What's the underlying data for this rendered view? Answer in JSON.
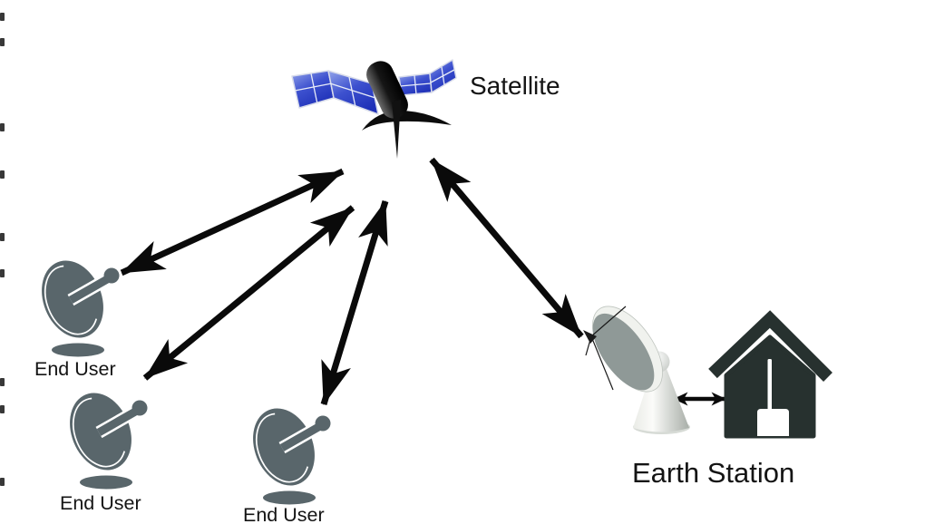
{
  "nodes": {
    "satellite": {
      "label": "Satellite",
      "icon": "satellite-icon"
    },
    "end_users": [
      {
        "label": "End User",
        "icon": "dish-antenna-icon"
      },
      {
        "label": "End User",
        "icon": "dish-antenna-icon"
      },
      {
        "label": "End User",
        "icon": "dish-antenna-icon"
      }
    ],
    "earth_station": {
      "label": "Earth Station",
      "icons": [
        "ground-station-dish-icon",
        "house-icon"
      ]
    }
  },
  "links": [
    {
      "from": "Satellite",
      "to": "End User 1",
      "style": "double-arrow"
    },
    {
      "from": "Satellite",
      "to": "End User 2",
      "style": "double-arrow"
    },
    {
      "from": "Satellite",
      "to": "End User 3",
      "style": "double-arrow"
    },
    {
      "from": "Satellite",
      "to": "Earth Station",
      "style": "double-arrow"
    },
    {
      "from": "Earth Station dish",
      "to": "Earth Station building",
      "style": "double-arrow"
    }
  ],
  "colors": {
    "background": "#ffffff",
    "arrow": "#0a0a0a",
    "end_user_dish": "#59666b",
    "house": "#27312f",
    "solar_panel_dark": "#1f31b8",
    "solar_panel_light": "#93a4ea",
    "earth_dish_face": "#8f9997",
    "earth_dish_rim": "#f0f2ee",
    "label_text": "#141414"
  }
}
